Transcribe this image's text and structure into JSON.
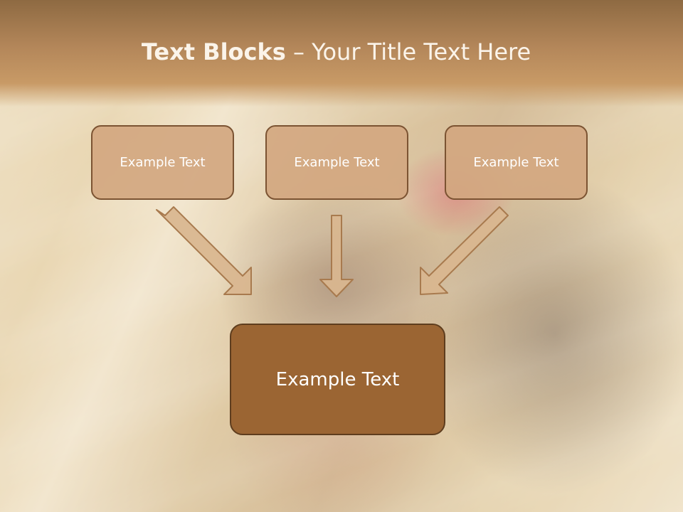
{
  "slide": {
    "title_bold": "Text Blocks",
    "title_dash": " – ",
    "title_rest": "Your Title Text Here",
    "boxes": [
      {
        "label": "Example Text"
      },
      {
        "label": "Example Text"
      },
      {
        "label": "Example Text"
      }
    ],
    "main_box": {
      "label": "Example Text"
    }
  },
  "colors": {
    "header": "#b4875a",
    "box_fill": "#d3a780",
    "box_border": "#7b5332",
    "main_fill": "#9b6533",
    "arrow_fill": "#d9b68f"
  }
}
